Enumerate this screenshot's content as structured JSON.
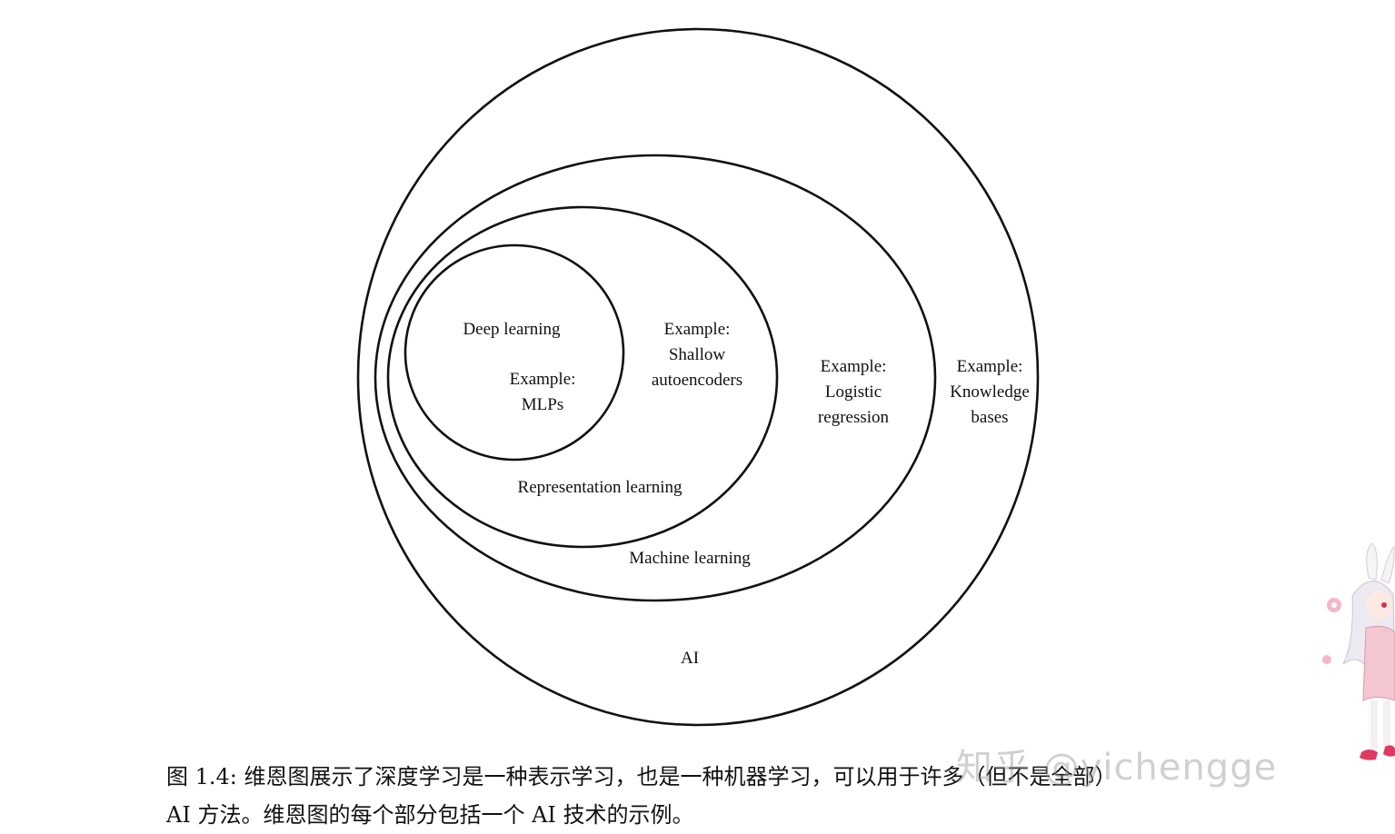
{
  "diagram": {
    "sets": [
      {
        "name": "ai",
        "label": "AI",
        "example": [
          "Example:",
          "Knowledge",
          "bases"
        ]
      },
      {
        "name": "machine-learning",
        "label": "Machine learning",
        "example": [
          "Example:",
          "Logistic",
          "regression"
        ]
      },
      {
        "name": "representation-learning",
        "label": "Representation learning",
        "example": [
          "Example:",
          "Shallow",
          "autoencoders"
        ]
      },
      {
        "name": "deep-learning",
        "label": "Deep learning",
        "example": [
          "Example:",
          "MLPs"
        ]
      }
    ]
  },
  "caption": {
    "line1": "图 1.4: 维恩图展示了深度学习是一种表示学习，也是一种机器学习，可以用于许多（但不是全部）",
    "line2": "AI 方法。维恩图的每个部分包括一个 AI 技术的示例。"
  },
  "watermark": "知乎 @yichengge"
}
